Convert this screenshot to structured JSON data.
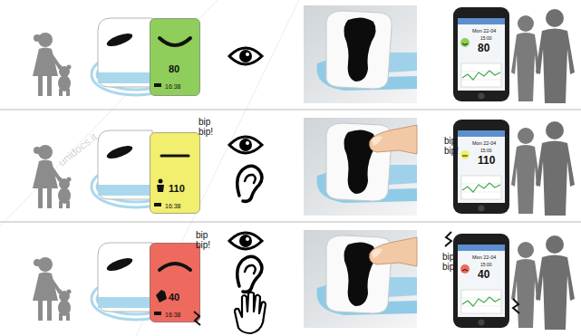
{
  "diagram": {
    "nodes": [
      {
        "text": [
          "80",
          "16:38"
        ]
      },
      {
        "text": [
          "Mon 22-04",
          "15:00",
          "80"
        ]
      },
      {
        "text": [
          "110",
          "16:38"
        ]
      },
      {
        "text": [
          "Mon 22-04",
          "15:00",
          "110"
        ]
      },
      {
        "text": [
          "40",
          "16:38"
        ]
      },
      {
        "text": [
          "Mon 22-04",
          "15:00",
          "40"
        ]
      }
    ],
    "labels": [
      "bip bip!",
      "bip bip!",
      "bip bip!",
      "bip bip!",
      "unidocs.it"
    ]
  }
}
